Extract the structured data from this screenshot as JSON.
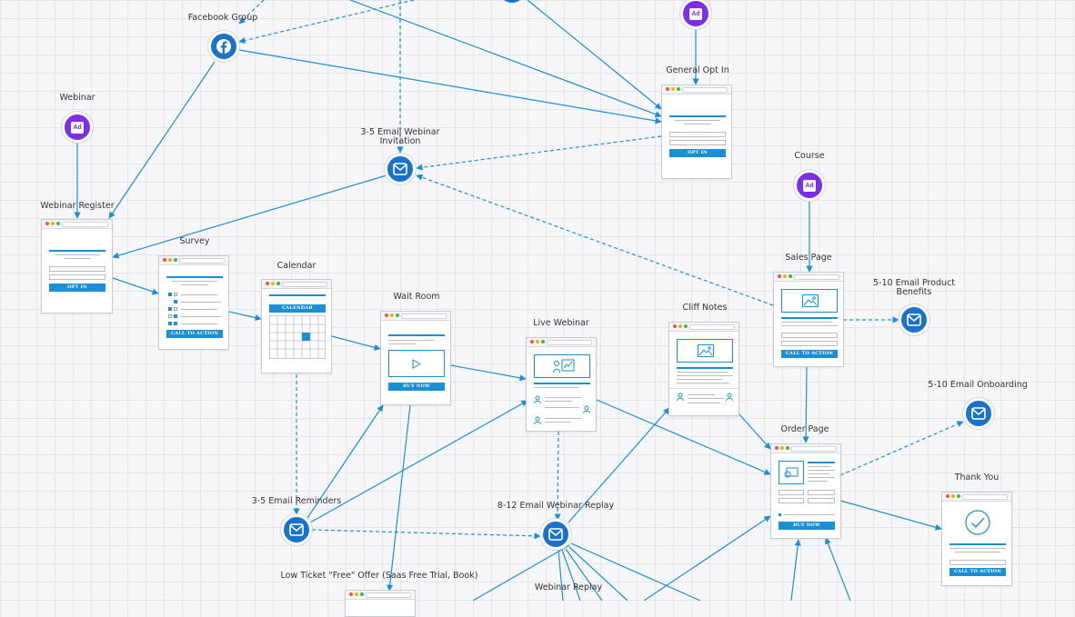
{
  "labels": {
    "facebook_group": "Facebook Group",
    "general_opt_in": "General Opt In",
    "webinar": "Webinar",
    "email_webinar_invitation": "3-5 Email Webinar Invitation",
    "course": "Course",
    "webinar_register": "Webinar Register",
    "survey": "Survey",
    "calendar": "Calendar",
    "wait_room": "Wait Room",
    "live_webinar": "Live Webinar",
    "cliff_notes": "Cliff Notes",
    "sales_page": "Sales Page",
    "email_product_benefits": "5-10 Email Product Benefits",
    "email_onboarding": "5-10 Email Onboarding",
    "order_page": "Order Page",
    "thank_you": "Thank You",
    "email_reminders": "3-5 Email Reminders",
    "email_webinar_replay": "8-12 Email Webinar Replay",
    "low_ticket_offer": "Low Ticket \"Free\" Offer (Saas Free Trial, Book)",
    "webinar_replay": "Webinar Replay"
  },
  "buttons": {
    "opt_in": "OPT IN",
    "call_to_action": "CALL TO ACTION",
    "buy_now": "BUY NOW",
    "calendar": "CALENDAR"
  },
  "icons": {
    "ad": "Ad"
  },
  "colors": {
    "accent_blue": "#1a73c8",
    "connector_blue": "#1a8fd6",
    "ad_purple": "#7c2ee8"
  }
}
